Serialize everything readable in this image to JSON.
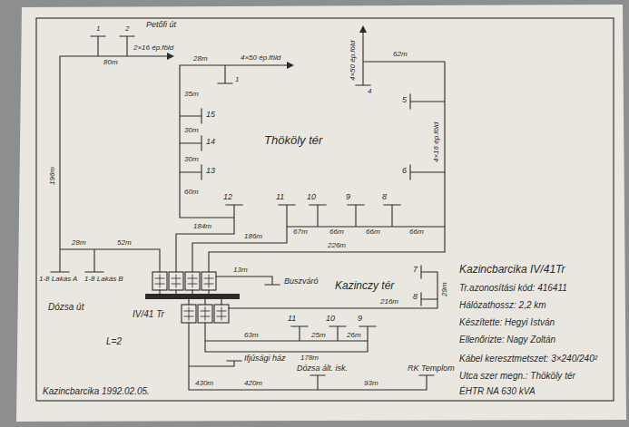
{
  "diagram": {
    "nodes": [
      {
        "text": [
          "IV/41 Tr"
        ]
      }
    ],
    "labels": [
      "Petőfi út",
      "1",
      "2",
      "80m",
      "2×16 ép.föld",
      "196m",
      "28m",
      "52m",
      "1-8 Lakás A",
      "1-8 Lakás B",
      "Dózsa út",
      "L=2",
      "Kazincbarcika 1992.02.05.",
      "28m",
      "1",
      "4×50 ép.föld",
      "35m",
      "15",
      "30m",
      "14",
      "30m",
      "13",
      "60m",
      "12",
      "11",
      "10",
      "9",
      "8",
      "67m",
      "66m",
      "66m",
      "66m",
      "184m",
      "186m",
      "226m",
      "Thököly tér",
      "62m",
      "4×50 ép.föld",
      "4",
      "5",
      "6",
      "4×16 ép.föld",
      "13m",
      "Buszváró",
      "Kazinczy tér",
      "7",
      "8",
      "29m",
      "216m",
      "11",
      "10",
      "9",
      "63m",
      "25m",
      "26m",
      "178m",
      "Ifjúsági ház",
      "Dózsa ált. isk.",
      "RK Templom",
      "93m",
      "430m",
      "420m",
      "Kazincbarcika IV/41Tr",
      "Tr.azonosítási kód: 416411",
      "Hálózathossz: 2,2 km",
      "Készítette: Hegyi István",
      "Ellenőrizte: Nagy Zoltán",
      "Kábel keresztmetszet: 3×240/240²",
      "Utca szer megn.: Thököly tér",
      "ÉHTR NA 630 kVA"
    ]
  }
}
